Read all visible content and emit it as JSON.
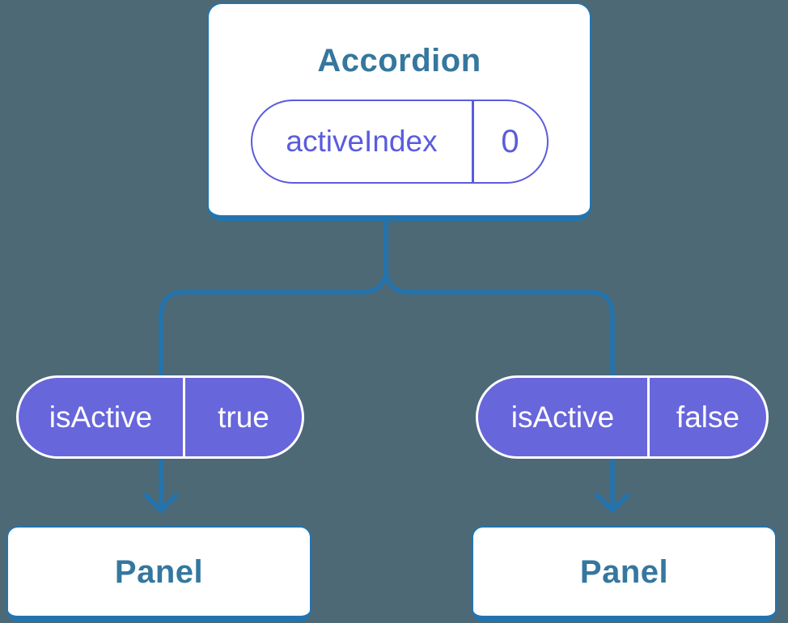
{
  "colors": {
    "background": "#4d6975",
    "line": "#2374ae",
    "heading": "#35779e",
    "pill_purple": "#6866db",
    "pill_outline": "#5a5cdd",
    "card_bg": "#ffffff"
  },
  "accordion": {
    "title": "Accordion",
    "pill": {
      "label": "activeIndex",
      "value": "0"
    }
  },
  "pills": [
    {
      "label": "isActive",
      "value": "true"
    },
    {
      "label": "isActive",
      "value": "false"
    }
  ],
  "panels": [
    {
      "title": "Panel"
    },
    {
      "title": "Panel"
    }
  ]
}
